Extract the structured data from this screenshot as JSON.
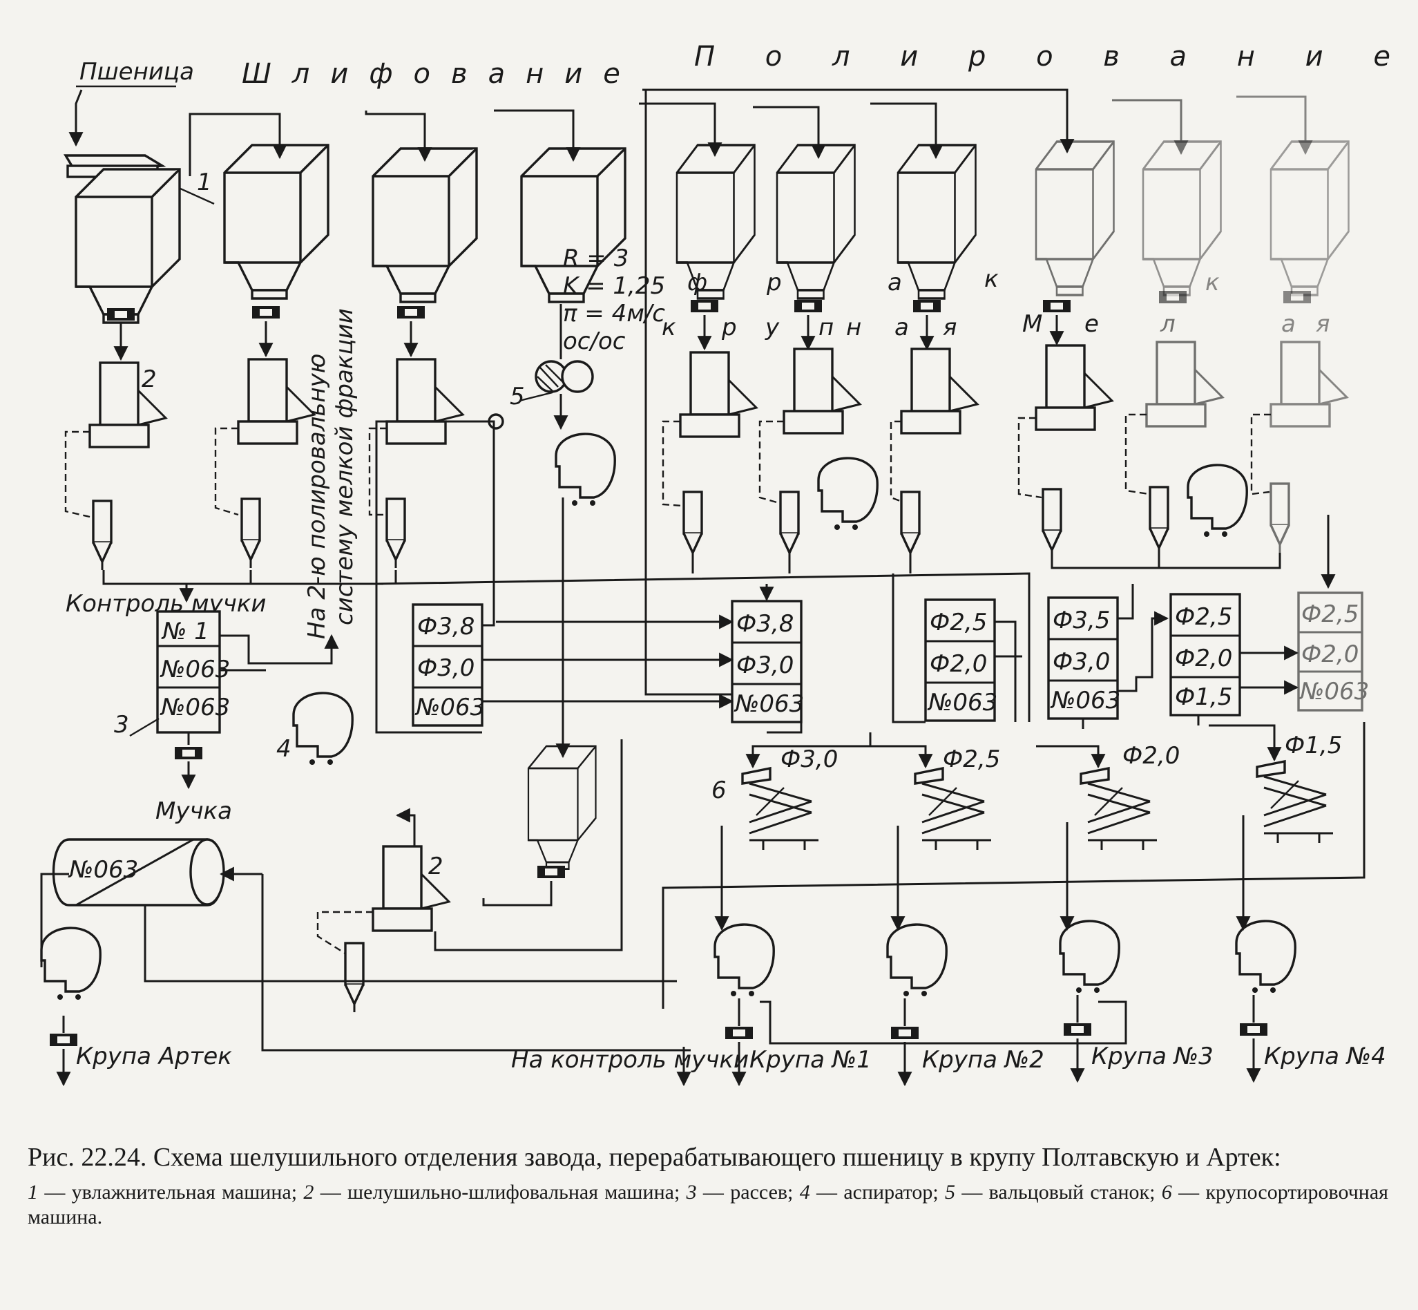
{
  "top_labels": {
    "input": "Пшеница",
    "grinding": "Шлифование",
    "polishing": "П о л и р о в а н и е"
  },
  "equipment_numbers": [
    "1",
    "2",
    "2",
    "3",
    "4",
    "5",
    "6"
  ],
  "roller_params": [
    "R = 3",
    "K = 1,25",
    "π = 4м/с",
    "ос/ос"
  ],
  "vertical_note": [
    "На 2-ю полировальную",
    "систему мелкой фракции"
  ],
  "fraction_letters": {
    "row1": [
      "ф",
      "р",
      "а",
      "к"
    ],
    "row2": [
      "к",
      "р",
      "у",
      "п",
      "н",
      "а",
      "я"
    ],
    "row3": [
      "М",
      "е",
      "л",
      "к",
      "а",
      "я"
    ]
  },
  "flour_control": "Контроль мучки",
  "sifter_main": [
    "№ 1",
    "№063",
    "№063"
  ],
  "sifter_groups": [
    [
      "Ф3,8",
      "Ф3,0",
      "№063"
    ],
    [
      "Ф3,8",
      "Ф3,0",
      "№063"
    ],
    [
      "Ф2,5",
      "Ф2,0",
      "№063"
    ],
    [
      "Ф3,5",
      "Ф3,0",
      "№063"
    ],
    [
      "Ф2,5",
      "Ф2,0",
      "Ф1,5"
    ],
    [
      "Ф2,5",
      "Ф2,0",
      "№063"
    ]
  ],
  "sorter_labels": [
    "Ф3,0",
    "Ф2,5",
    "Ф2,0",
    "Ф1,5"
  ],
  "drum_label": "№063",
  "outputs": {
    "flour": "Мучка",
    "artek": "Крупа Артек",
    "to_control": "На контроль мучки",
    "groats": [
      "Крупа №1",
      "Крупа №2",
      "Крупа №3",
      "Крупа №4"
    ]
  },
  "caption": {
    "title": "Рис. 22.24. Схема шелушильного отделения завода, перерабатывающего пшеницу в крупу Полтавскую и Артек:",
    "legend": [
      {
        "num": "1",
        "text": " — увлажнительная машина; "
      },
      {
        "num": "2",
        "text": " — шелушильно-шлифовальная машина; "
      },
      {
        "num": "3",
        "text": " — рассев; "
      },
      {
        "num": "4",
        "text": " — аспиратор; "
      },
      {
        "num": "5",
        "text": " — вальцовый станок; "
      },
      {
        "num": "6",
        "text": " — крупосортировочная машина."
      }
    ]
  }
}
